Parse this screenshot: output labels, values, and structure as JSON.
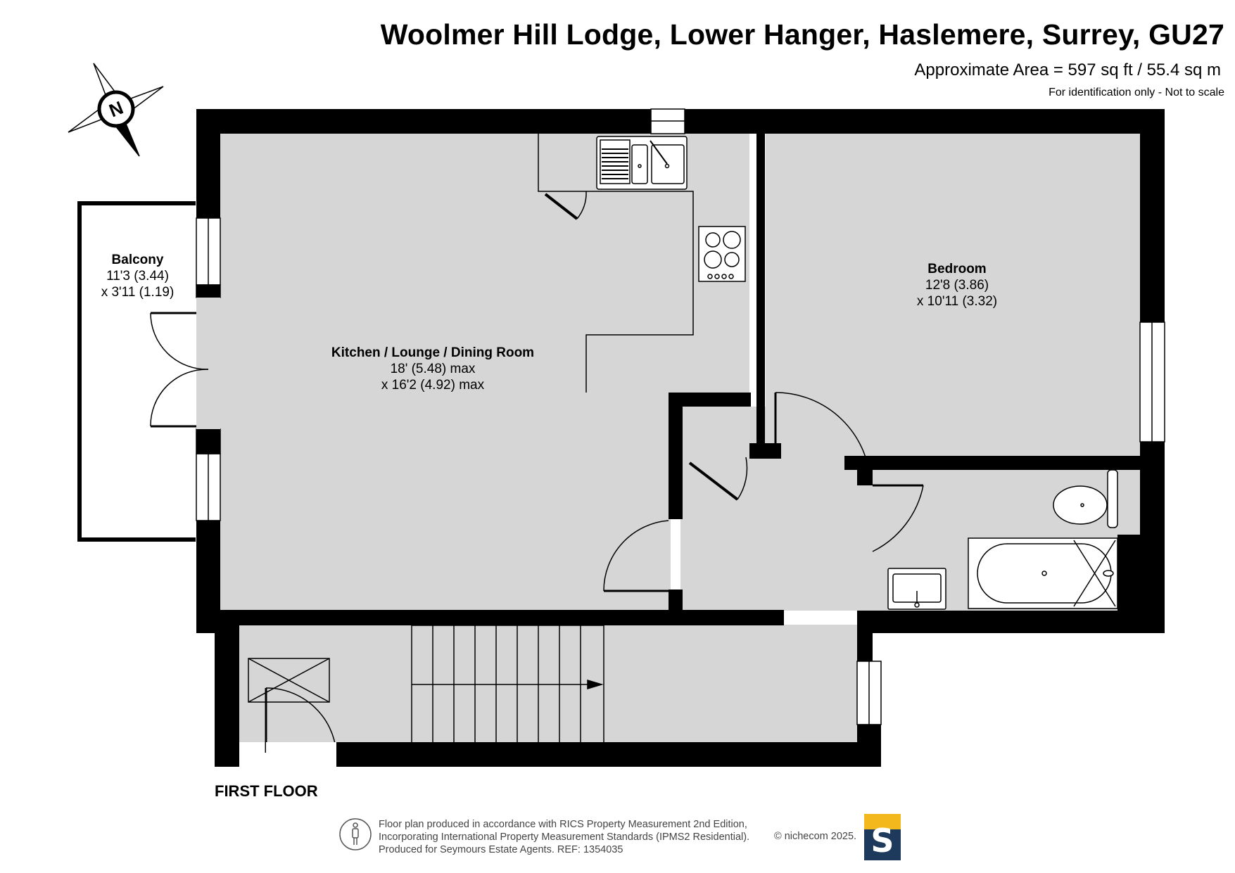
{
  "header": {
    "title": "Woolmer Hill Lodge, Lower Hanger, Haslemere, Surrey, GU27",
    "area": "Approximate Area = 597 sq ft / 55.4 sq m",
    "scale_note": "For identification only - Not to scale"
  },
  "compass": {
    "letter": "N"
  },
  "rooms": {
    "balcony": {
      "name": "Balcony",
      "dim1": "11'3 (3.44)",
      "dim2": "x 3'11 (1.19)"
    },
    "kitchen": {
      "name": "Kitchen / Lounge / Dining Room",
      "dim1": "18' (5.48) max",
      "dim2": "x 16'2 (4.92) max"
    },
    "bedroom": {
      "name": "Bedroom",
      "dim1": "12'8 (3.86)",
      "dim2": "x 10'11 (3.32)"
    }
  },
  "floor_label": "FIRST FLOOR",
  "footer": {
    "line1": "Floor plan produced in accordance with RICS Property Measurement 2nd Edition,",
    "line2": "Incorporating International Property Measurement Standards (IPMS2 Residential).",
    "line3": "Produced for Seymours Estate Agents.   REF: 1354035",
    "copyright": "© nichecom 2025.",
    "logo_letter": "S"
  },
  "colors": {
    "wall": "#000000",
    "floor": "#d6d6d6",
    "logo_blue": "#1d3a5c",
    "logo_yellow": "#f2b81c"
  }
}
